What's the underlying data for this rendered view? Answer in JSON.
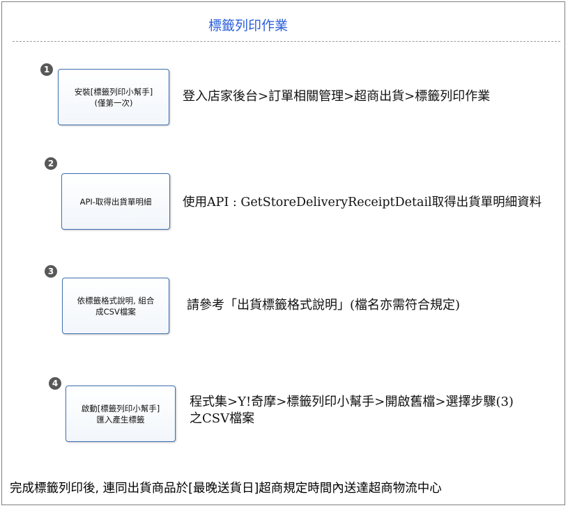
{
  "title": "標籤列印作業",
  "steps": [
    {
      "number": "1",
      "box_lines": [
        "安裝[標籤列印小幫手]",
        "(僅第一次)"
      ],
      "description": [
        "登入店家後台>訂單相關管理>超商出貨>標籤列印作業"
      ]
    },
    {
      "number": "2",
      "box_lines": [
        "API-取得出貨單明細"
      ],
      "description": [
        "使用API : GetStoreDeliveryReceiptDetail取得出貨單明細資料"
      ]
    },
    {
      "number": "3",
      "box_lines": [
        "依標籤格式說明, 組合",
        "成CSV檔案"
      ],
      "description": [
        "請參考「出貨標籤格式說明」(檔名亦需符合規定)"
      ]
    },
    {
      "number": "4",
      "box_lines": [
        "啟動[標籤列印小幫手]",
        "匯入產生標籤"
      ],
      "description": [
        "程式集>Y!奇摩>標籤列印小幫手>開啟舊檔>選擇步驟(3)",
        "之CSV檔案"
      ]
    }
  ],
  "footer": "完成標籤列印後, 連同出貨商品於[最晚送貨日]超商規定時間內送達超商物流中心"
}
